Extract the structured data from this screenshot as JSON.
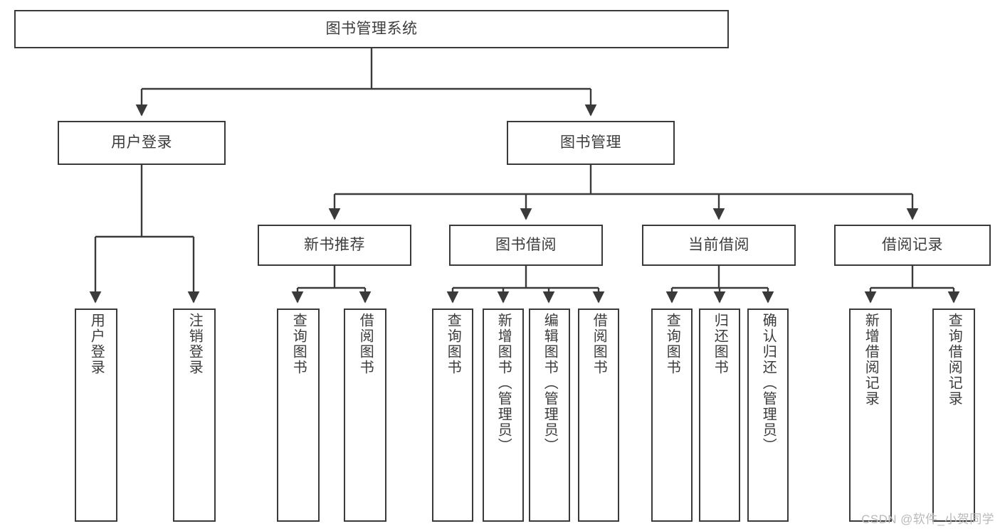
{
  "diagram": {
    "type": "tree-hierarchy-diagram",
    "title": "图书管理系统",
    "stroke_color": "#3a3a3a",
    "text_color": "#3c3c3c",
    "background_color": "#ffffff",
    "levels": [
      {
        "level": 1,
        "nodes": [
          {
            "id": "root",
            "label": "图书管理系统",
            "orientation": "horizontal"
          }
        ]
      },
      {
        "level": 2,
        "nodes": [
          {
            "id": "login",
            "label": "用户登录",
            "orientation": "horizontal",
            "parent": "root"
          },
          {
            "id": "bookmgmt",
            "label": "图书管理",
            "orientation": "horizontal",
            "parent": "root"
          }
        ]
      },
      {
        "level": 3,
        "nodes": [
          {
            "id": "newbook",
            "label": "新书推荐",
            "orientation": "horizontal",
            "parent": "bookmgmt"
          },
          {
            "id": "borrow",
            "label": "图书借阅",
            "orientation": "horizontal",
            "parent": "bookmgmt"
          },
          {
            "id": "current",
            "label": "当前借阅",
            "orientation": "horizontal",
            "parent": "bookmgmt"
          },
          {
            "id": "record",
            "label": "借阅记录",
            "orientation": "horizontal",
            "parent": "bookmgmt"
          }
        ]
      },
      {
        "level": 4,
        "nodes": [
          {
            "id": "leaf1",
            "label": "用户登录",
            "orientation": "vertical",
            "parent": "login"
          },
          {
            "id": "leaf2",
            "label": "注销登录",
            "orientation": "vertical",
            "parent": "login"
          },
          {
            "id": "leaf3",
            "label": "查询图书",
            "orientation": "vertical",
            "parent": "newbook"
          },
          {
            "id": "leaf4",
            "label": "借阅图书",
            "orientation": "vertical",
            "parent": "newbook"
          },
          {
            "id": "leaf5",
            "label": "查询图书",
            "orientation": "vertical",
            "parent": "borrow"
          },
          {
            "id": "leaf6",
            "label": "新增图书（管理员）",
            "orientation": "vertical",
            "parent": "borrow"
          },
          {
            "id": "leaf7",
            "label": "编辑图书（管理员）",
            "orientation": "vertical",
            "parent": "borrow"
          },
          {
            "id": "leaf8",
            "label": "借阅图书",
            "orientation": "vertical",
            "parent": "borrow"
          },
          {
            "id": "leaf9",
            "label": "查询图书",
            "orientation": "vertical",
            "parent": "current"
          },
          {
            "id": "leaf10",
            "label": "归还图书",
            "orientation": "vertical",
            "parent": "current"
          },
          {
            "id": "leaf11",
            "label": "确认归还（管理员）",
            "orientation": "vertical",
            "parent": "current"
          },
          {
            "id": "leaf12",
            "label": "新增借阅记录",
            "orientation": "vertical",
            "parent": "record"
          },
          {
            "id": "leaf13",
            "label": "查询借阅记录",
            "orientation": "vertical",
            "parent": "record"
          }
        ]
      }
    ]
  },
  "watermark": {
    "text": "CSDN @软件_小贺同学"
  }
}
